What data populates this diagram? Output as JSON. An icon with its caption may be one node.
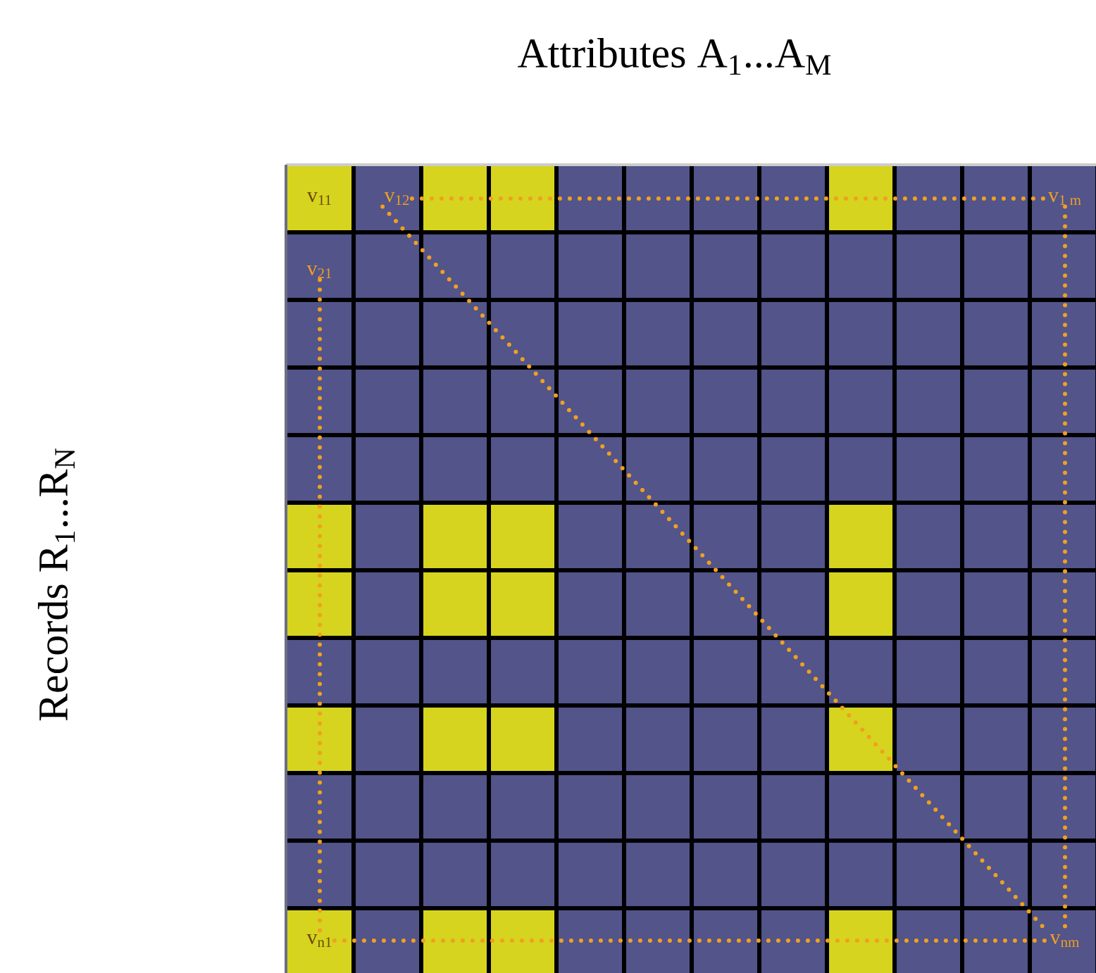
{
  "diagram": {
    "title": "Attributes A$_{1}$...A$_{M}$",
    "nodes": [
      {
        "text": [
          "v$_{11}$"
        ]
      },
      {
        "text": [
          "v$_{12}$"
        ]
      },
      {
        "text": [
          "v$_{1 m}$"
        ]
      },
      {
        "text": [
          "v$_{21}$"
        ]
      },
      {
        "text": [
          "v$_{n1}$"
        ]
      },
      {
        "text": [
          "v$_{nm}$"
        ]
      }
    ],
    "edges": [
      {
        "from": 1,
        "to": 2,
        "arrow": "none",
        "style": "dashed"
      },
      {
        "from": 3,
        "to": 4,
        "arrow": "none",
        "style": "dashed"
      },
      {
        "from": 2,
        "to": 5,
        "arrow": "none",
        "style": "dashed"
      },
      {
        "from": 4,
        "to": 5,
        "arrow": "none",
        "style": "dashed"
      },
      {
        "from": 1,
        "to": 5,
        "arrow": "none",
        "style": "dashed"
      }
    ],
    "labels": [
      "Records R$_{1}$...R$_{N}$"
    ]
  }
}
